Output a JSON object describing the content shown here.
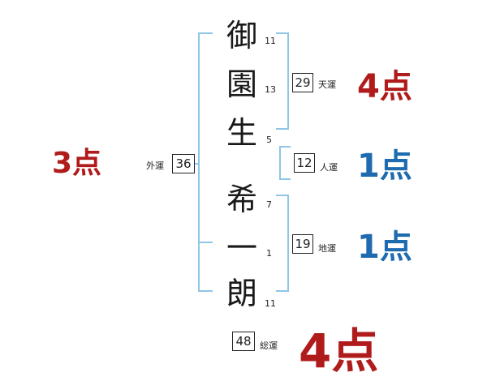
{
  "characters": [
    {
      "char": "御",
      "strokes": "11"
    },
    {
      "char": "園",
      "strokes": "13"
    },
    {
      "char": "生",
      "strokes": "5"
    },
    {
      "char": "希",
      "strokes": "7"
    },
    {
      "char": "一",
      "strokes": "1"
    },
    {
      "char": "朗",
      "strokes": "11"
    }
  ],
  "gaiun": {
    "label": "外運",
    "value": "36",
    "score": "3点"
  },
  "tenun": {
    "label": "天運",
    "value": "29",
    "score": "4点"
  },
  "jinun": {
    "label": "人運",
    "value": "12",
    "score": "1点"
  },
  "chiun": {
    "label": "地運",
    "value": "19",
    "score": "1点"
  },
  "souun": {
    "label": "総運",
    "value": "48",
    "score": "4点"
  },
  "colors": {
    "red": "#b01c1c",
    "blue": "#1f6bb0",
    "bracket": "#8fc6e6",
    "text": "#1a1a1a"
  }
}
